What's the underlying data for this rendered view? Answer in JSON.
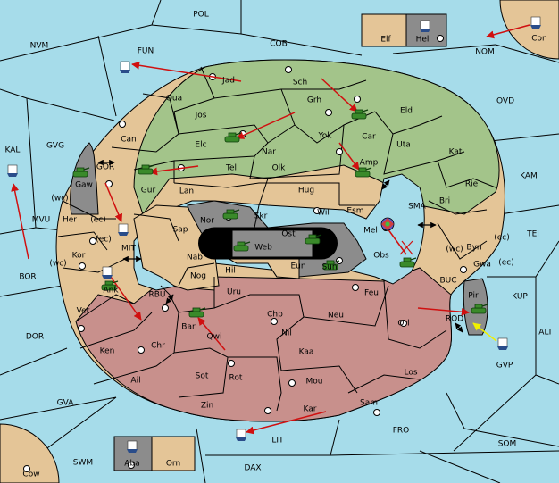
{
  "colors": {
    "sea": "#a6dcea",
    "green": "#a3c48a",
    "tan": "#e4c597",
    "red": "#c8908c",
    "gray": "#8c8c8c",
    "black": "#000000",
    "order_red": "#d01010",
    "order_yellow": "#f0f000"
  },
  "regions": {
    "POL": "POL",
    "NVM": "NVM",
    "FUN": "FUN",
    "COB": "COB",
    "Elf": "Elf",
    "Hel": "Hel",
    "Con": "Con",
    "NOM": "NOM",
    "OVD": "OVD",
    "KAL": "KAL",
    "GVG": "GVG",
    "Jad": "Jad",
    "Sch": "Sch",
    "Qua": "Qua",
    "Grh": "Grh",
    "Jos": "Jos",
    "Car": "Car",
    "Eld": "Eld",
    "Can": "Can",
    "Elc": "Elc",
    "Nar": "Nar",
    "Yok": "Yok",
    "Uta": "Uta",
    "Kat": "Kat",
    "KAM": "KAM",
    "GOR": "GOR",
    "Gur": "Gur",
    "Tel": "Tel",
    "Olk": "Olk",
    "Amp": "Amp",
    "Gaw": "Gaw",
    "Lan": "Lan",
    "Hug": "Hug",
    "Rie": "Rie",
    "Bri": "Bri",
    "SMA": "SMA",
    "MVU": "MVU",
    "wc1": "(wc)",
    "Her": "Her",
    "ec1": "(ec)",
    "Wil": "Wil",
    "Esm": "Esm",
    "Sap": "Sap",
    "Nor": "Nor",
    "Skr": "Skr",
    "Ost": "Ost",
    "Mel": "Mel",
    "Byn": "Byn",
    "ec2": "(ec)",
    "TEI": "TEI",
    "Web": "Web",
    "wc3": "(wc)",
    "ec3": "(ec)",
    "MIT": "MIT",
    "Kor": "Kor",
    "wc2": "(wc)",
    "Nab": "Nab",
    "Eun": "Eun",
    "Sun": "Sun",
    "Obs": "Obs",
    "Gwa": "Gwa",
    "ec4": "(ec)",
    "BOR": "BOR",
    "Hil": "Hil",
    "BUC": "BUC",
    "KUP": "KUP",
    "Ank": "Ank",
    "Nog": "Nog",
    "Pir": "Pir",
    "RBU": "RBU",
    "Uru": "Uru",
    "Feu": "Feu",
    "Ver": "Ver",
    "Chp": "Chp",
    "Neu": "Neu",
    "Orl": "Orl",
    "ROD": "ROD",
    "DOR": "DOR",
    "Bar": "Bar",
    "Qwi": "Qwi",
    "Nil": "Nil",
    "ALT": "ALT",
    "Chr": "Chr",
    "Ken": "Ken",
    "Kaa": "Kaa",
    "GVP": "GVP",
    "Sot": "Sot",
    "Rot": "Rot",
    "Los": "Los",
    "Ail": "Ail",
    "Mou": "Mou",
    "GVA": "GVA",
    "Zin": "Zin",
    "Sam": "Sam",
    "Kar": "Kar",
    "FRO": "FRO",
    "LIT": "LIT",
    "SOM": "SOM",
    "SWM": "SWM",
    "Aba": "Aba",
    "Orn": "Orn",
    "DAX": "DAX",
    "Cow": "Cow"
  },
  "units": {
    "army": "army-unit",
    "fleet": "fleet-unit"
  }
}
